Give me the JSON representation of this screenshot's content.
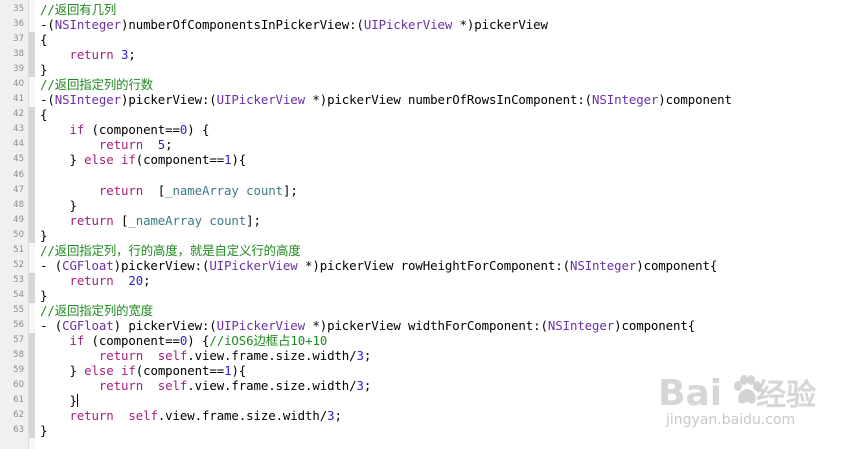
{
  "editor": {
    "lines": [
      {
        "num": "35",
        "tokens": [
          {
            "t": "//返回有几列",
            "c": "comment"
          }
        ]
      },
      {
        "num": "36",
        "tokens": [
          {
            "t": "-(",
            "c": "plain"
          },
          {
            "t": "NSInteger",
            "c": "type"
          },
          {
            "t": ")numberOfComponentsInPickerView:(",
            "c": "plain"
          },
          {
            "t": "UIPickerView",
            "c": "type"
          },
          {
            "t": " *)pickerView",
            "c": "plain"
          }
        ]
      },
      {
        "num": "37",
        "tokens": [
          {
            "t": "{",
            "c": "plain"
          }
        ]
      },
      {
        "num": "38",
        "tokens": [
          {
            "t": "    ",
            "c": "plain"
          },
          {
            "t": "return",
            "c": "keyword"
          },
          {
            "t": " ",
            "c": "plain"
          },
          {
            "t": "3",
            "c": "number"
          },
          {
            "t": ";",
            "c": "plain"
          }
        ]
      },
      {
        "num": "39",
        "tokens": [
          {
            "t": "}",
            "c": "plain"
          }
        ]
      },
      {
        "num": "40",
        "tokens": [
          {
            "t": "//返回指定列的行数",
            "c": "comment"
          }
        ]
      },
      {
        "num": "41",
        "tokens": [
          {
            "t": "-(",
            "c": "plain"
          },
          {
            "t": "NSInteger",
            "c": "type"
          },
          {
            "t": ")pickerView:(",
            "c": "plain"
          },
          {
            "t": "UIPickerView",
            "c": "type"
          },
          {
            "t": " *)pickerView numberOfRowsInComponent:(",
            "c": "plain"
          },
          {
            "t": "NSInteger",
            "c": "type"
          },
          {
            "t": ")component",
            "c": "plain"
          }
        ]
      },
      {
        "num": "42",
        "tokens": [
          {
            "t": "{",
            "c": "plain"
          }
        ]
      },
      {
        "num": "43",
        "tokens": [
          {
            "t": "    ",
            "c": "plain"
          },
          {
            "t": "if",
            "c": "keyword"
          },
          {
            "t": " (component==",
            "c": "plain"
          },
          {
            "t": "0",
            "c": "number"
          },
          {
            "t": ") {",
            "c": "plain"
          }
        ]
      },
      {
        "num": "44",
        "tokens": [
          {
            "t": "        ",
            "c": "plain"
          },
          {
            "t": "return",
            "c": "keyword"
          },
          {
            "t": "  ",
            "c": "plain"
          },
          {
            "t": "5",
            "c": "number"
          },
          {
            "t": ";",
            "c": "plain"
          }
        ]
      },
      {
        "num": "45",
        "tokens": [
          {
            "t": "    } ",
            "c": "plain"
          },
          {
            "t": "else",
            "c": "keyword"
          },
          {
            "t": " ",
            "c": "plain"
          },
          {
            "t": "if",
            "c": "keyword"
          },
          {
            "t": "(component==",
            "c": "plain"
          },
          {
            "t": "1",
            "c": "number"
          },
          {
            "t": "){",
            "c": "plain"
          }
        ]
      },
      {
        "num": "46",
        "tokens": []
      },
      {
        "num": "47",
        "tokens": [
          {
            "t": "        ",
            "c": "plain"
          },
          {
            "t": "return",
            "c": "keyword"
          },
          {
            "t": "  [",
            "c": "plain"
          },
          {
            "t": "_nameArray",
            "c": "ivar"
          },
          {
            "t": " ",
            "c": "plain"
          },
          {
            "t": "count",
            "c": "method"
          },
          {
            "t": "];",
            "c": "plain"
          }
        ]
      },
      {
        "num": "48",
        "tokens": [
          {
            "t": "    }",
            "c": "plain"
          }
        ]
      },
      {
        "num": "49",
        "tokens": [
          {
            "t": "    ",
            "c": "plain"
          },
          {
            "t": "return",
            "c": "keyword"
          },
          {
            "t": " [",
            "c": "plain"
          },
          {
            "t": "_nameArray",
            "c": "ivar"
          },
          {
            "t": " ",
            "c": "plain"
          },
          {
            "t": "count",
            "c": "method"
          },
          {
            "t": "];",
            "c": "plain"
          }
        ]
      },
      {
        "num": "50",
        "tokens": [
          {
            "t": "}",
            "c": "plain"
          }
        ]
      },
      {
        "num": "51",
        "tokens": [
          {
            "t": "//返回指定列，行的高度，就是自定义行的高度",
            "c": "comment"
          }
        ]
      },
      {
        "num": "52",
        "tokens": [
          {
            "t": "- (",
            "c": "plain"
          },
          {
            "t": "CGFloat",
            "c": "type"
          },
          {
            "t": ")pickerView:(",
            "c": "plain"
          },
          {
            "t": "UIPickerView",
            "c": "type"
          },
          {
            "t": " *)pickerView rowHeightForComponent:(",
            "c": "plain"
          },
          {
            "t": "NSInteger",
            "c": "type"
          },
          {
            "t": ")component{",
            "c": "plain"
          }
        ]
      },
      {
        "num": "53",
        "tokens": [
          {
            "t": "    ",
            "c": "plain"
          },
          {
            "t": "return",
            "c": "keyword"
          },
          {
            "t": "  ",
            "c": "plain"
          },
          {
            "t": "20",
            "c": "number"
          },
          {
            "t": ";",
            "c": "plain"
          }
        ]
      },
      {
        "num": "54",
        "tokens": [
          {
            "t": "}",
            "c": "plain"
          }
        ]
      },
      {
        "num": "55",
        "tokens": [
          {
            "t": "//返回指定列的宽度",
            "c": "comment"
          }
        ]
      },
      {
        "num": "56",
        "tokens": [
          {
            "t": "- (",
            "c": "plain"
          },
          {
            "t": "CGFloat",
            "c": "type"
          },
          {
            "t": ") pickerView:(",
            "c": "plain"
          },
          {
            "t": "UIPickerView",
            "c": "type"
          },
          {
            "t": " *)pickerView widthForComponent:(",
            "c": "plain"
          },
          {
            "t": "NSInteger",
            "c": "type"
          },
          {
            "t": ")component{",
            "c": "plain"
          }
        ]
      },
      {
        "num": "57",
        "tokens": [
          {
            "t": "    ",
            "c": "plain"
          },
          {
            "t": "if",
            "c": "keyword"
          },
          {
            "t": " (component==",
            "c": "plain"
          },
          {
            "t": "0",
            "c": "number"
          },
          {
            "t": ") {",
            "c": "plain"
          },
          {
            "t": "//iOS6边框占10+10",
            "c": "comment"
          }
        ]
      },
      {
        "num": "58",
        "tokens": [
          {
            "t": "        ",
            "c": "plain"
          },
          {
            "t": "return",
            "c": "keyword"
          },
          {
            "t": "  ",
            "c": "plain"
          },
          {
            "t": "self",
            "c": "keyword"
          },
          {
            "t": ".view.frame.size.width/",
            "c": "plain"
          },
          {
            "t": "3",
            "c": "number"
          },
          {
            "t": ";",
            "c": "plain"
          }
        ]
      },
      {
        "num": "59",
        "tokens": [
          {
            "t": "    } ",
            "c": "plain"
          },
          {
            "t": "else",
            "c": "keyword"
          },
          {
            "t": " ",
            "c": "plain"
          },
          {
            "t": "if",
            "c": "keyword"
          },
          {
            "t": "(component==",
            "c": "plain"
          },
          {
            "t": "1",
            "c": "number"
          },
          {
            "t": "){",
            "c": "plain"
          }
        ]
      },
      {
        "num": "60",
        "tokens": [
          {
            "t": "        ",
            "c": "plain"
          },
          {
            "t": "return",
            "c": "keyword"
          },
          {
            "t": "  ",
            "c": "plain"
          },
          {
            "t": "self",
            "c": "keyword"
          },
          {
            "t": ".view.frame.size.width/",
            "c": "plain"
          },
          {
            "t": "3",
            "c": "number"
          },
          {
            "t": ";",
            "c": "plain"
          }
        ]
      },
      {
        "num": "61",
        "tokens": [
          {
            "t": "    }",
            "c": "plain"
          }
        ],
        "caret": true
      },
      {
        "num": "62",
        "tokens": [
          {
            "t": "    ",
            "c": "plain"
          },
          {
            "t": "return",
            "c": "keyword"
          },
          {
            "t": "  ",
            "c": "plain"
          },
          {
            "t": "self",
            "c": "keyword"
          },
          {
            "t": ".view.frame.size.width/",
            "c": "plain"
          },
          {
            "t": "3",
            "c": "number"
          },
          {
            "t": ";",
            "c": "plain"
          }
        ]
      },
      {
        "num": "63",
        "tokens": [
          {
            "t": "}",
            "c": "plain"
          }
        ]
      }
    ],
    "fold_ranges": [
      [
        "37",
        "39"
      ],
      [
        "42",
        "50"
      ],
      [
        "53",
        "54"
      ],
      [
        "57",
        "63"
      ]
    ]
  },
  "watermark": {
    "logo_text": "Bai",
    "logo_suffix": "经验",
    "subtitle": "jingyan.baidu.com"
  },
  "colors": {
    "comment": "#1f8a1f",
    "keyword": "#a3207e",
    "number": "#2a22d6",
    "type": "#6b2fa8",
    "ivar": "#3d7b86"
  }
}
